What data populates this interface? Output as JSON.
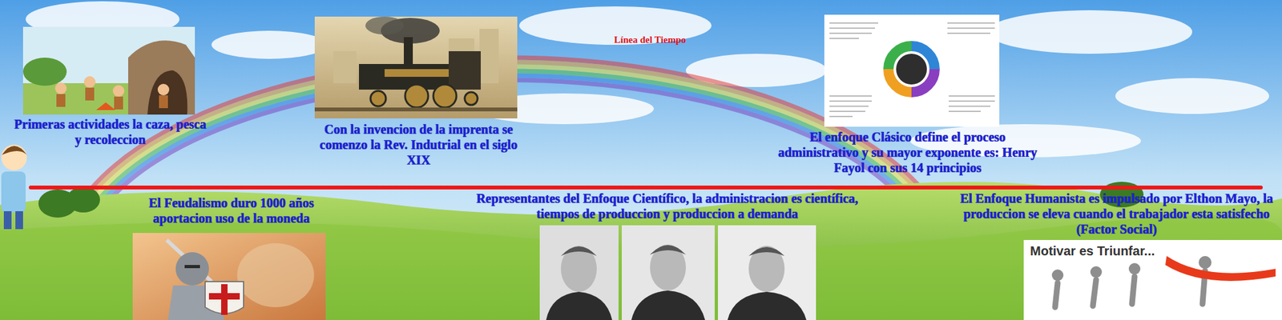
{
  "diagram": {
    "title": "Línea del Tiempo",
    "nodes": [
      {
        "text": [
          "Primeras actividades la caza, pesca y recoleccion"
        ]
      },
      {
        "text": [
          "El Feudalismo duro 1000 años aportacion uso de la moneda"
        ]
      },
      {
        "text": [
          "Con la invencion de la imprenta se comenzo la Rev. Indutrial en el siglo XIX"
        ]
      },
      {
        "text": [
          "Representantes del Enfoque Científico, la administracion es científica, tiempos de produccion y produccion a demanda"
        ]
      },
      {
        "text": [
          "El enfoque Clásico define el proceso administrativo y su mayor exponente es: Henry Fayol con sus 14 principios"
        ]
      },
      {
        "text": [
          "El Enfoque Humanista es impulsado por Elthon Mayo, la produccion se eleva cuando el trabajador esta satisfecho (Factor Social)"
        ]
      }
    ],
    "labels": [
      "Motivar es Triunfar..."
    ]
  }
}
